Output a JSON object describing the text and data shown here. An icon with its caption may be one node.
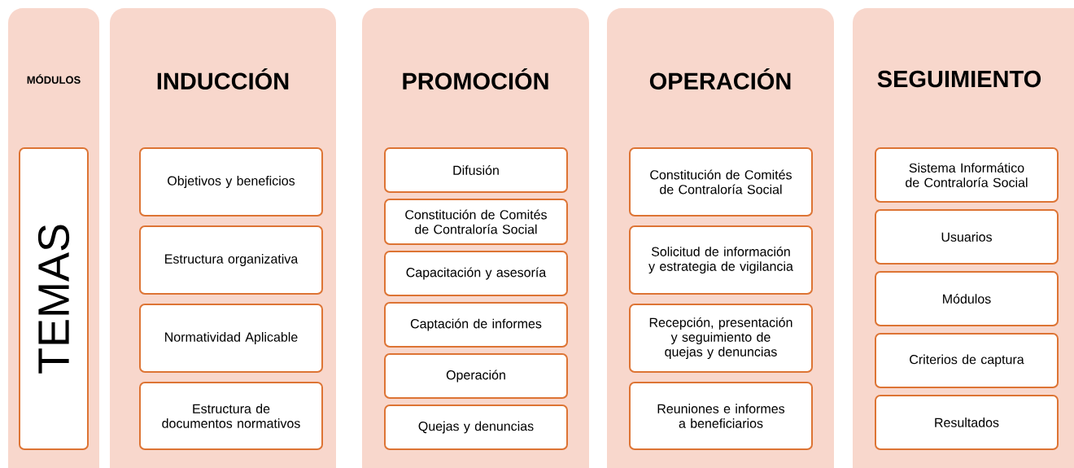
{
  "diagram": {
    "nodes": [
      {
        "text": [
          "MÓDULOS"
        ]
      },
      {
        "text": [
          "TEMAS"
        ],
        "in": 0
      },
      {
        "text": [
          "INDUCCIÓN"
        ]
      },
      {
        "text": [
          "Objetivos y beneficios"
        ],
        "in": 2
      },
      {
        "text": [
          "Estructura organizativa"
        ],
        "in": 2
      },
      {
        "text": [
          "Normatividad Aplicable"
        ],
        "in": 2
      },
      {
        "text": [
          "Estructura de documentos normativos"
        ],
        "in": 2
      },
      {
        "text": [
          "PROMOCIÓN"
        ]
      },
      {
        "text": [
          "Difusión"
        ],
        "in": 7
      },
      {
        "text": [
          "Constitución de Comités de Contraloría Social"
        ],
        "in": 7
      },
      {
        "text": [
          "Capacitación y asesoría"
        ],
        "in": 7
      },
      {
        "text": [
          "Captación de informes"
        ],
        "in": 7
      },
      {
        "text": [
          "Operación"
        ],
        "in": 7
      },
      {
        "text": [
          "Quejas y denuncias"
        ],
        "in": 7
      },
      {
        "text": [
          "OPERACIÓN"
        ]
      },
      {
        "text": [
          "Constitución de Comités de Contraloría Social"
        ],
        "in": 14
      },
      {
        "text": [
          "Solicitud de información y estrategia de vigilancia"
        ],
        "in": 14
      },
      {
        "text": [
          "Recepción, presentación y seguimiento de quejas y denuncias"
        ],
        "in": 14
      },
      {
        "text": [
          "Reuniones e informes a beneficiarios"
        ],
        "in": 14
      },
      {
        "text": [
          "SEGUIMIENTO"
        ]
      },
      {
        "text": [
          "Sistema Informático de Contraloría Social"
        ],
        "in": 19
      },
      {
        "text": [
          "Usuarios"
        ],
        "in": 19
      },
      {
        "text": [
          "Módulos"
        ],
        "in": 19
      },
      {
        "text": [
          "Criterios de captura"
        ],
        "in": 19
      },
      {
        "text": [
          "Resultados"
        ],
        "in": 19
      }
    ],
    "edges": []
  }
}
